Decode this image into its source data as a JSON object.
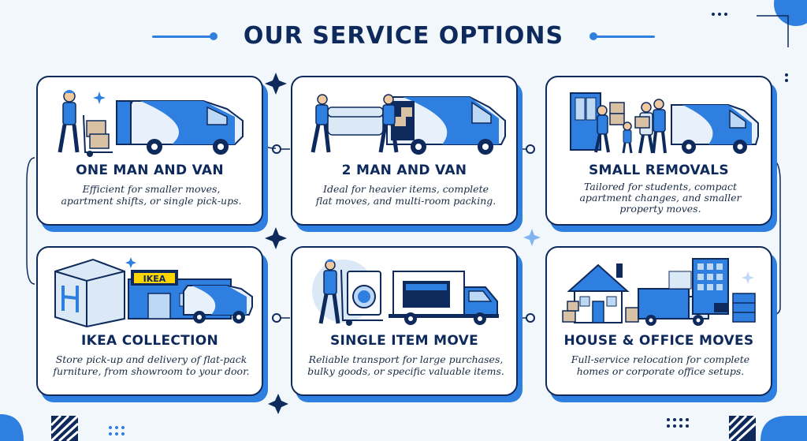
{
  "page": {
    "title": "OUR SERVICE OPTIONS",
    "accent_color": "#2f7fe0",
    "navy_color": "#0e2a5c"
  },
  "services": [
    {
      "title": "ONE MAN AND VAN",
      "desc_lines": [
        "Efficient for smaller moves,",
        "apartment shifts, or single pick-ups."
      ],
      "icon": "van-with-mover-icon"
    },
    {
      "title": "2 MAN AND VAN",
      "desc_lines": [
        "Ideal for heavier items, complete",
        "flat moves, and multi-room packing."
      ],
      "icon": "two-movers-sofa-van-icon"
    },
    {
      "title": "SMALL REMOVALS",
      "desc_lines": [
        "Tailored for students, compact",
        "apartment changes, and smaller",
        "property moves."
      ],
      "icon": "family-boxes-van-icon"
    },
    {
      "title": "IKEA COLLECTION",
      "desc_lines": [
        "Store pick-up and delivery of flat-pack",
        "furniture, from showroom to your door."
      ],
      "icon": "ikea-store-van-icon",
      "store_sign": "IKEA"
    },
    {
      "title": "SINGLE ITEM MOVE",
      "desc_lines": [
        "Reliable transport for large purchases,",
        "bulky goods, or specific valuable items."
      ],
      "icon": "washing-machine-truck-icon"
    },
    {
      "title": "HOUSE & OFFICE MOVES",
      "desc_lines": [
        "Full-service relocation for complete",
        "homes or corporate office setups."
      ],
      "icon": "house-office-truck-icon"
    }
  ]
}
